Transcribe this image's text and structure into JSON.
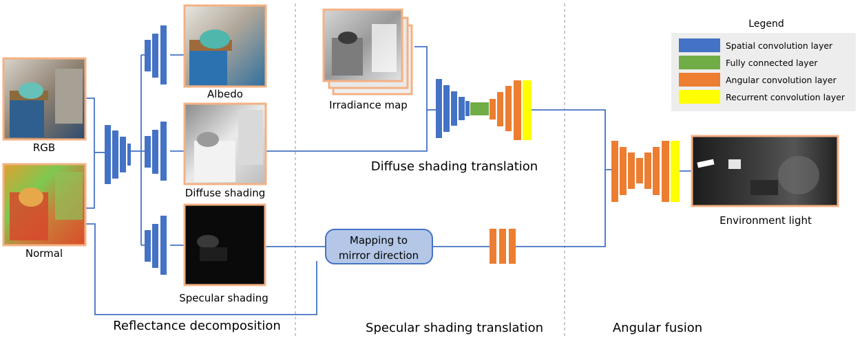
{
  "labels": {
    "rgb": "RGB",
    "normal": "Normal",
    "albedo": "Albedo",
    "diffuse_shading": "Diffuse shading",
    "specular_shading": "Specular shading",
    "irradiance_map": "Irradiance map",
    "mapping_line1": "Mapping to",
    "mapping_line2": "mirror direction",
    "environment_light": "Environment light"
  },
  "sections": {
    "reflectance": "Reflectance decomposition",
    "diffuse_translation": "Diffuse shading translation",
    "specular_translation": "Specular shading translation",
    "angular_fusion": "Angular fusion"
  },
  "legend": {
    "title": "Legend",
    "items": [
      {
        "label": "Spatial convolution layer",
        "color": "#4472c4"
      },
      {
        "label": "Fully connected layer",
        "color": "#70ad47"
      },
      {
        "label": "Angular convolution layer",
        "color": "#ed7d31"
      },
      {
        "label": "Recurrent convolution layer",
        "color": "#ffff00"
      }
    ]
  },
  "colors": {
    "spatial": "#4472c4",
    "fully_connected": "#70ad47",
    "angular": "#ed7d31",
    "recurrent": "#ffff00",
    "frame": "#f4b183",
    "line": "#4472c4",
    "mapping_fill": "#b4c7e7"
  }
}
